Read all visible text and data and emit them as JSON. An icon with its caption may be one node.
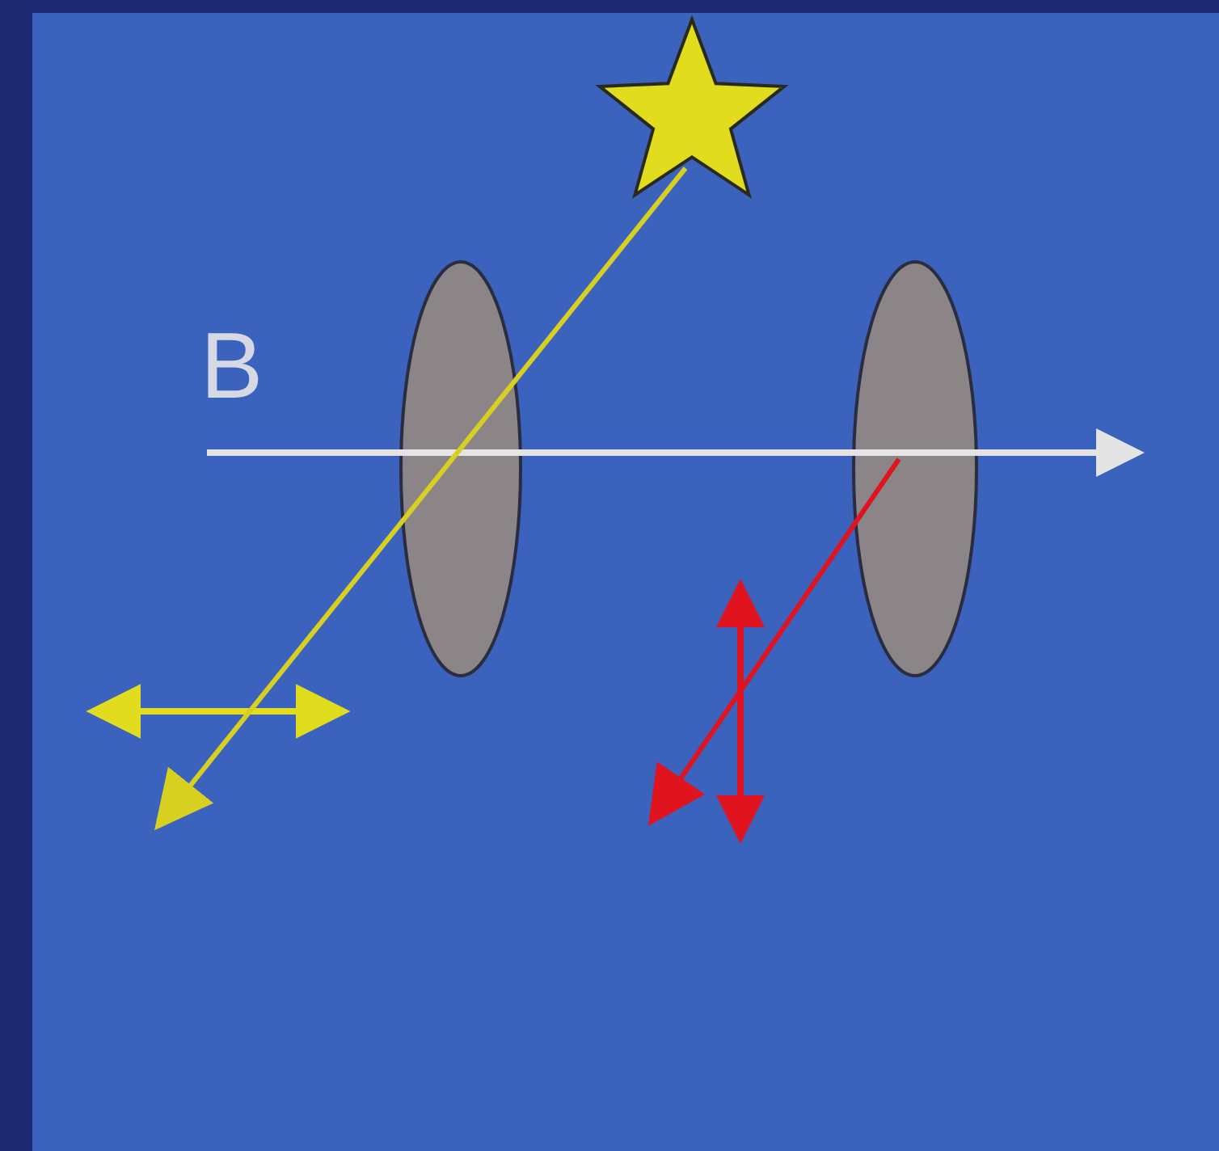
{
  "diagram": {
    "nodes": [
      {
        "text": [],
        "shape": "star"
      },
      {
        "text": [],
        "shape": "ellipse"
      },
      {
        "text": [],
        "shape": "ellipse"
      }
    ],
    "edges": [
      {
        "from": 0,
        "to": null,
        "arrow": "to",
        "color": "#d8d020"
      },
      {
        "from": 2,
        "to": null,
        "arrow": "to",
        "color": "#e0141e"
      }
    ],
    "labels": [
      "B"
    ]
  }
}
